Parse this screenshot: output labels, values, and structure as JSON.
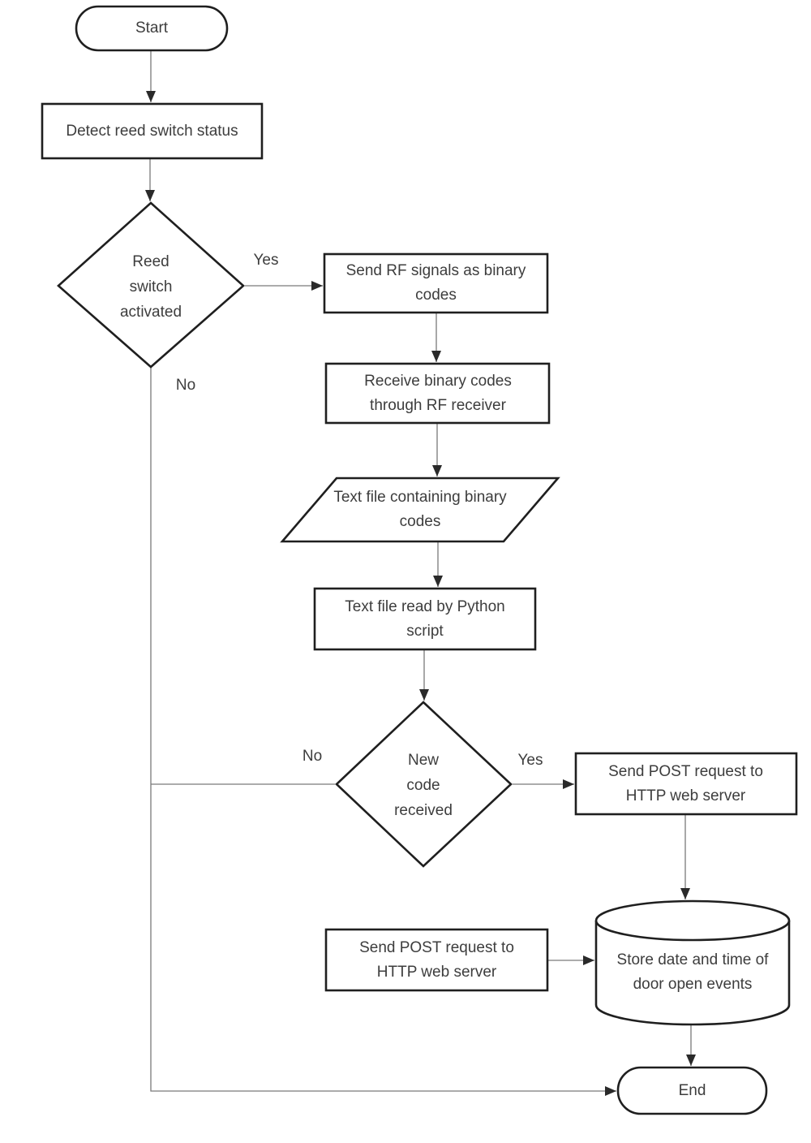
{
  "diagram": {
    "type": "flowchart",
    "nodes": {
      "start": "Start",
      "detect_reed": "Detect reed switch status",
      "reed_decision": "Reed\nswitch\nactivated",
      "send_rf": "Send RF signals as binary codes",
      "receive_binary": "Receive binary codes through RF receiver",
      "text_file": "Text file containing binary codes",
      "read_python": "Text file read by Python script",
      "new_code_decision": "New\ncode\nreceived",
      "send_post_right": "Send POST request to HTTP web server",
      "send_post_left": "Send POST request to HTTP web server",
      "store_db": "Store date and time of door open events",
      "end": "End"
    },
    "edge_labels": {
      "reed_yes": "Yes",
      "reed_no": "No",
      "new_code_no": "No",
      "new_code_yes": "Yes"
    },
    "colors": {
      "shape_border": "#1f1f1f",
      "connector": "#7a7a7a",
      "arrowhead": "#2a2a2a",
      "text": "#3d3d3d",
      "background": "#ffffff"
    }
  }
}
